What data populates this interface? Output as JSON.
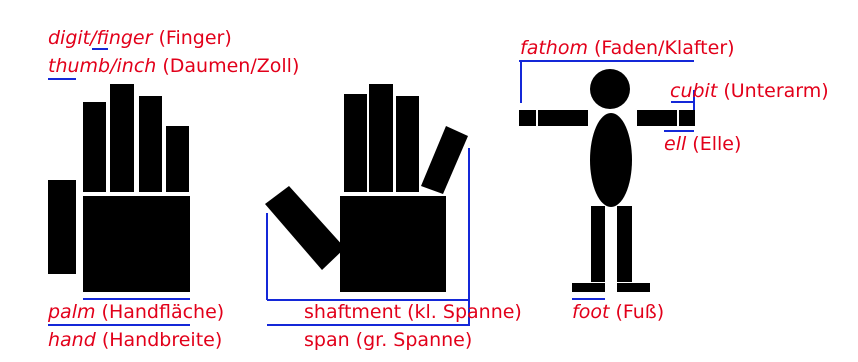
{
  "labels": {
    "digit": {
      "en_a": "dig",
      "en_b": "it",
      "sep": "/",
      "en2": "finger",
      "de": "(Finger)"
    },
    "thumb": {
      "en_a": "thumb",
      "sep": "/",
      "en2": "inch",
      "de": "(Daumen/Zoll)"
    },
    "fathom": {
      "en": "fathom",
      "de": "(Faden/Klafter)"
    },
    "cubit": {
      "en": "cubit",
      "de": "(Unterarm)"
    },
    "ell": {
      "en": "ell",
      "de": "(Elle)"
    },
    "palm": {
      "en": "palm",
      "de": "(Handfläche)"
    },
    "hand": {
      "en": "hand",
      "de": "(Handbreite)"
    },
    "shaftment": {
      "text": "shaftment (kl. Spanne)"
    },
    "span": {
      "text": "span (gr. Spanne)"
    },
    "foot": {
      "en": "foot",
      "de": "(Fuß)"
    }
  },
  "colors": {
    "term": "#e2001a",
    "translation": "#e2001a",
    "measure_line": "#1428d8",
    "figure": "#000000",
    "background": "#ffffff"
  }
}
